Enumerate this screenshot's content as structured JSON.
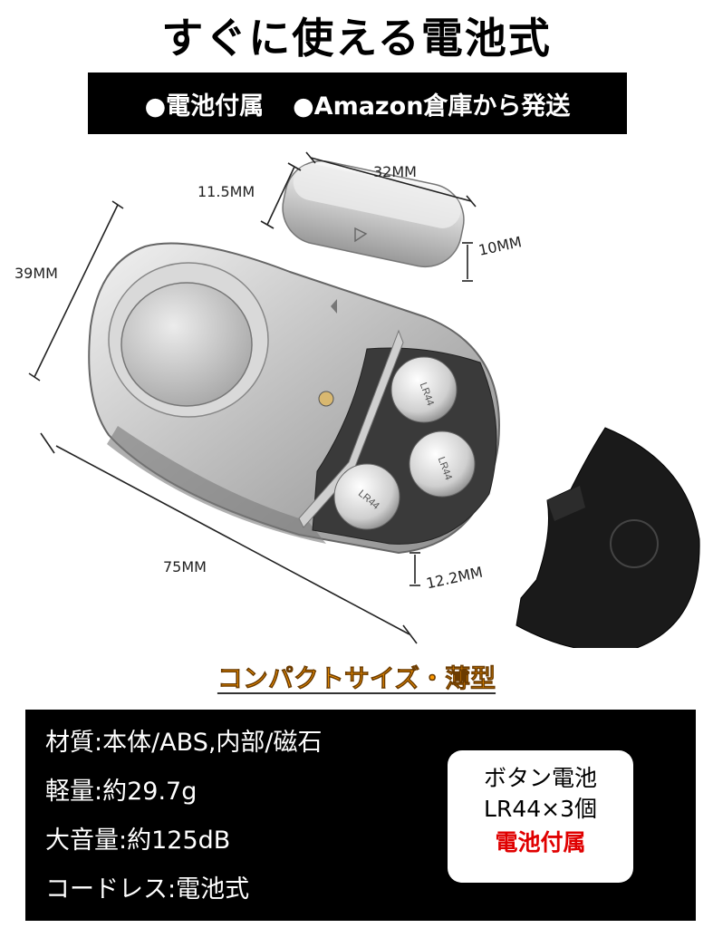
{
  "header": {
    "title": "すぐに使える電池式",
    "banner_left": "●電池付属",
    "banner_right": "●Amazon倉庫から発送"
  },
  "dimensions": {
    "sensor_length": "32MM",
    "sensor_width": "11.5MM",
    "sensor_height": "10MM",
    "body_height": "39MM",
    "body_length": "75MM",
    "body_thickness": "12.2MM"
  },
  "subheading": "コンパクトサイズ・薄型",
  "specs": [
    "材質:本体/ABS,内部/磁石",
    "軽量:約29.7g",
    "大音量:約125dB",
    "コードレス:電池式"
  ],
  "battery_box": {
    "line1": "ボタン電池",
    "line2": "LR44×3個",
    "line3": "電池付属"
  },
  "product_marks": {
    "cell_label_1": "LR44",
    "cell_label_2": "LR44",
    "cell_label_3": "LR44"
  },
  "colors": {
    "subheading": "#ff9a00",
    "battery_included": "#e00000",
    "banner_bg": "#000000"
  }
}
